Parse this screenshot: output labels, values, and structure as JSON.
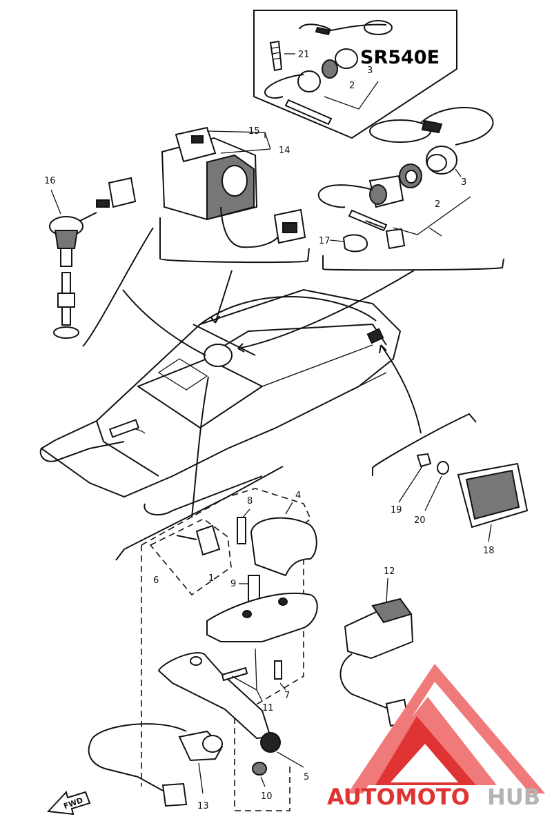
{
  "model_label": "SR540E",
  "callouts": {
    "p1": "1",
    "p2": "2",
    "p2b": "2",
    "p3": "3",
    "p3b": "3",
    "p4": "4",
    "p5": "5",
    "p6": "6",
    "p7": "7",
    "p8": "8",
    "p9": "9",
    "p10": "10",
    "p11": "11",
    "p12": "12",
    "p13": "13",
    "p14": "14",
    "p15": "15",
    "p16": "16",
    "p17": "17",
    "p18": "18",
    "p19": "19",
    "p20": "20",
    "p21": "21"
  },
  "fwd_arrow": "FWD",
  "watermark": {
    "text_a": "AUTOMOTO",
    "text_b": "HUB",
    "color_light": "#f07a7a",
    "color_dark": "#e03434",
    "color_gray": "#b4b4b4"
  },
  "colors": {
    "ink": "#111111",
    "background": "#ffffff"
  }
}
